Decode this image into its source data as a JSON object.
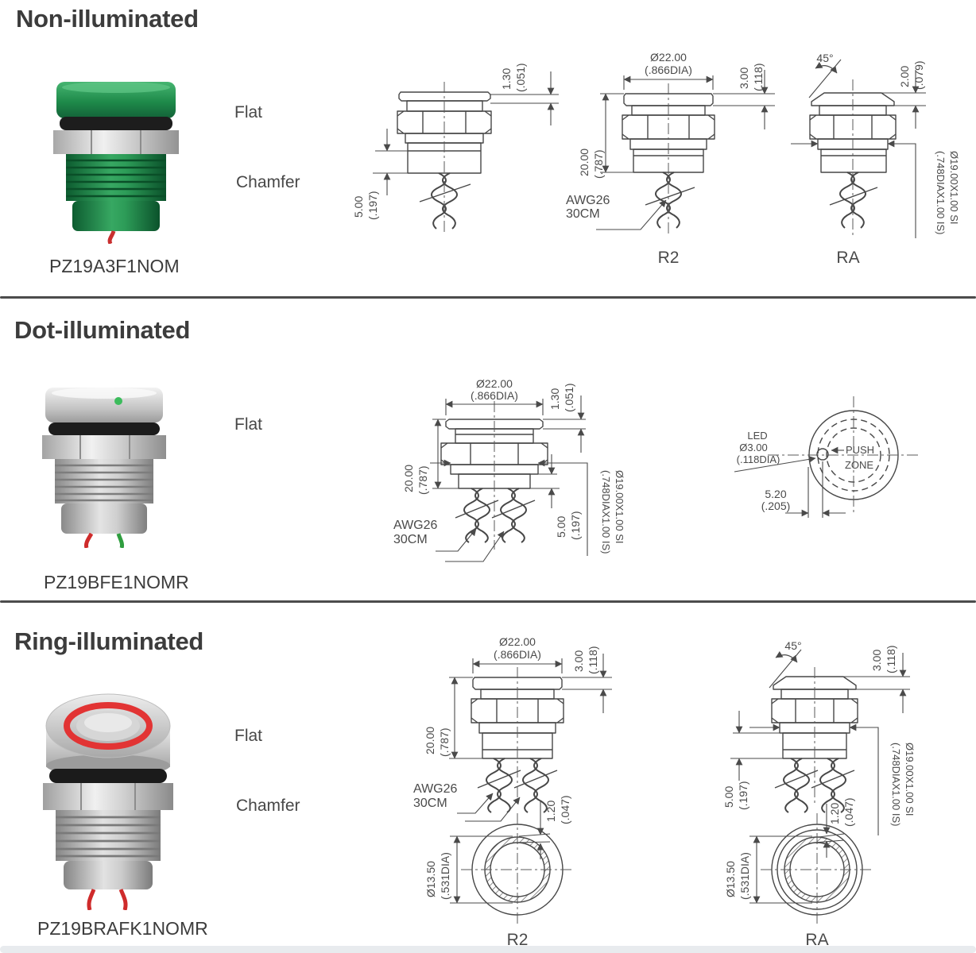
{
  "sections": [
    {
      "heading": "Non-illuminated",
      "part_number": "PZ19A3F1NOM",
      "labels": {
        "flat": "Flat",
        "chamfer": "Chamfer"
      }
    },
    {
      "heading": "Dot-illuminated",
      "part_number": "PZ19BFE1NOMR",
      "labels": {
        "flat": "Flat"
      }
    },
    {
      "heading": "Ring-illuminated",
      "part_number": "PZ19BRAFK1NOMR",
      "labels": {
        "flat": "Flat",
        "chamfer": "Chamfer"
      }
    }
  ],
  "dims": {
    "d130_mm": "1.30",
    "d130_in": "(.051)",
    "d500_mm": "5.00",
    "d500_in": "(.197)",
    "d2200_mm": "Ø22.00",
    "d2200_in": "(.866DIA)",
    "d300_mm": "3.00",
    "d300_in": "(.118)",
    "d2000_mm": "20.00",
    "d2000_in": "(.787)",
    "d200_mm": "2.00",
    "d200_in": "(.079)",
    "thread_mm": "Ø19.00X1.00 SI",
    "thread_in": "(.748DIAX1.00 IS)",
    "awg_l1": "AWG26",
    "awg_l2": "30CM",
    "angle": "45°",
    "led_l1": "LED",
    "led_l2": "Ø3.00",
    "led_l3": "(.118DIA)",
    "push_l1": "PUSH",
    "push_l2": "ZONE",
    "d520_mm": "5.20",
    "d520_in": "(.205)",
    "d1350_mm": "Ø13.50",
    "d1350_in": "(.531DIA)",
    "d120_mm": "1.20",
    "d120_in": "(.047)"
  },
  "captions": {
    "r2": "R2",
    "ra": "RA"
  },
  "colors": {
    "line": "#474747",
    "text": "#4a4a4a",
    "green_button": "#1e8a4c",
    "silver": "#c9c9c9",
    "red_wire": "#cf2b2b",
    "green_wire": "#2f9e3f",
    "red_ring": "#e23434",
    "oring_black": "#1d1d1d"
  }
}
